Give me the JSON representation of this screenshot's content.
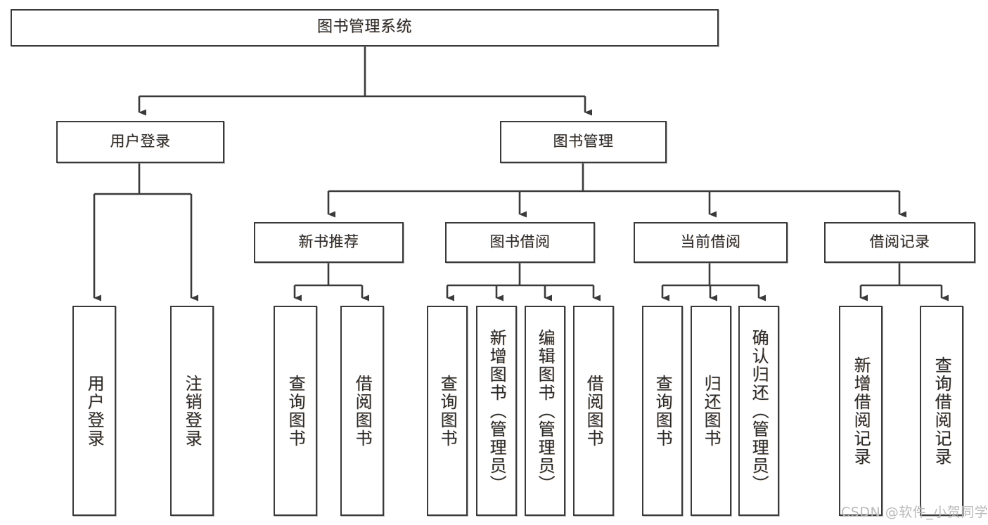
{
  "diagram": {
    "type": "tree-hierarchy-chart",
    "title": "图书管理系统",
    "orientation": "top-down",
    "line_color": "#3a3a3a",
    "box_fill": "#ffffff",
    "box_border": "#3a3a3a",
    "watermark": "CSDN @软件_小贺同学",
    "nodes": {
      "root": {
        "label": "图书管理系统"
      },
      "level1": [
        {
          "id": "user-login",
          "label": "用户登录"
        },
        {
          "id": "book-manage",
          "label": "图书管理"
        }
      ],
      "level2": [
        {
          "id": "new-book-recommend",
          "label": "新书推荐",
          "parent": "book-manage"
        },
        {
          "id": "book-borrow",
          "label": "图书借阅",
          "parent": "book-manage"
        },
        {
          "id": "current-borrow",
          "label": "当前借阅",
          "parent": "book-manage"
        },
        {
          "id": "borrow-record",
          "label": "借阅记录",
          "parent": "book-manage"
        }
      ],
      "leaves": [
        {
          "id": "leaf-user-login",
          "label": "用户登录",
          "parent": "user-login"
        },
        {
          "id": "leaf-logout",
          "label": "注销登录",
          "parent": "user-login"
        },
        {
          "id": "leaf-query-book-1",
          "label": "查询图书",
          "parent": "new-book-recommend"
        },
        {
          "id": "leaf-borrow-book-1",
          "label": "借阅图书",
          "parent": "new-book-recommend"
        },
        {
          "id": "leaf-query-book-2",
          "label": "查询图书",
          "parent": "book-borrow"
        },
        {
          "id": "leaf-add-book",
          "label": "新增图书（管理员）",
          "parent": "book-borrow"
        },
        {
          "id": "leaf-edit-book",
          "label": "编辑图书（管理员）",
          "parent": "book-borrow"
        },
        {
          "id": "leaf-borrow-book-2",
          "label": "借阅图书",
          "parent": "book-borrow"
        },
        {
          "id": "leaf-query-book-3",
          "label": "查询图书",
          "parent": "current-borrow"
        },
        {
          "id": "leaf-return-book",
          "label": "归还图书",
          "parent": "current-borrow"
        },
        {
          "id": "leaf-confirm-return",
          "label": "确认归还（管理员）",
          "parent": "current-borrow"
        },
        {
          "id": "leaf-add-record",
          "label": "新增借阅记录",
          "parent": "borrow-record"
        },
        {
          "id": "leaf-query-record",
          "label": "查询借阅记录",
          "parent": "borrow-record"
        }
      ]
    }
  }
}
